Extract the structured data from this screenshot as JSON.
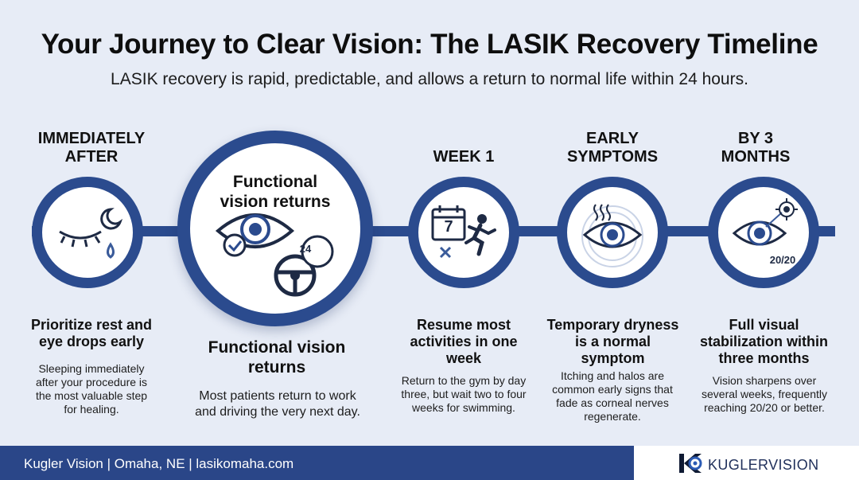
{
  "title": "Your Journey to Clear Vision: The LASIK Recovery Timeline",
  "subtitle": "LASIK recovery is rapid, predictable, and allows a return to normal life within 24 hours.",
  "colors": {
    "accent": "#2b4b8e",
    "background": "#e7ecf6",
    "footer": "#2a4688"
  },
  "stages": [
    {
      "label": "IMMEDIATELY AFTER",
      "icons": [
        "closed-eye-icon",
        "moon-icon",
        "eye-drop-icon"
      ],
      "heading": "Prioritize rest and eye drops early",
      "description": "Sleeping immediately after your procedure is the most valuable step for healing."
    },
    {
      "label": "Functional vision returns",
      "icons": [
        "eye-check-icon",
        "steering-wheel-icon",
        "clock-24-icon"
      ],
      "badge": "24",
      "heading": "Functional vision returns",
      "description": "Most patients return to work and driving the very next day."
    },
    {
      "label": "WEEK 1",
      "icons": [
        "calendar-icon",
        "runner-icon",
        "cross-icon"
      ],
      "calendar_day": "7",
      "heading": "Resume most activities in one week",
      "description": "Return to the gym by day three, but wait two to four weeks for swimming."
    },
    {
      "label": "EARLY SYMPTOMS",
      "icons": [
        "eye-halo-icon",
        "heat-waves-icon"
      ],
      "heading": "Temporary dryness is a normal symptom",
      "description": "Itching and halos are common early signs that fade as corneal nerves regenerate."
    },
    {
      "label": "BY 3 MONTHS",
      "icons": [
        "eye-target-icon",
        "crosshair-icon"
      ],
      "badge": "20/20",
      "heading": "Full visual stabilization within three months",
      "description": "Vision sharpens over several weeks, frequently reaching 20/20 or better."
    }
  ],
  "footer": {
    "text": "Kugler Vision | Omaha, NE | lasikomaha.com",
    "brand_name": "KUGLERVISION"
  }
}
